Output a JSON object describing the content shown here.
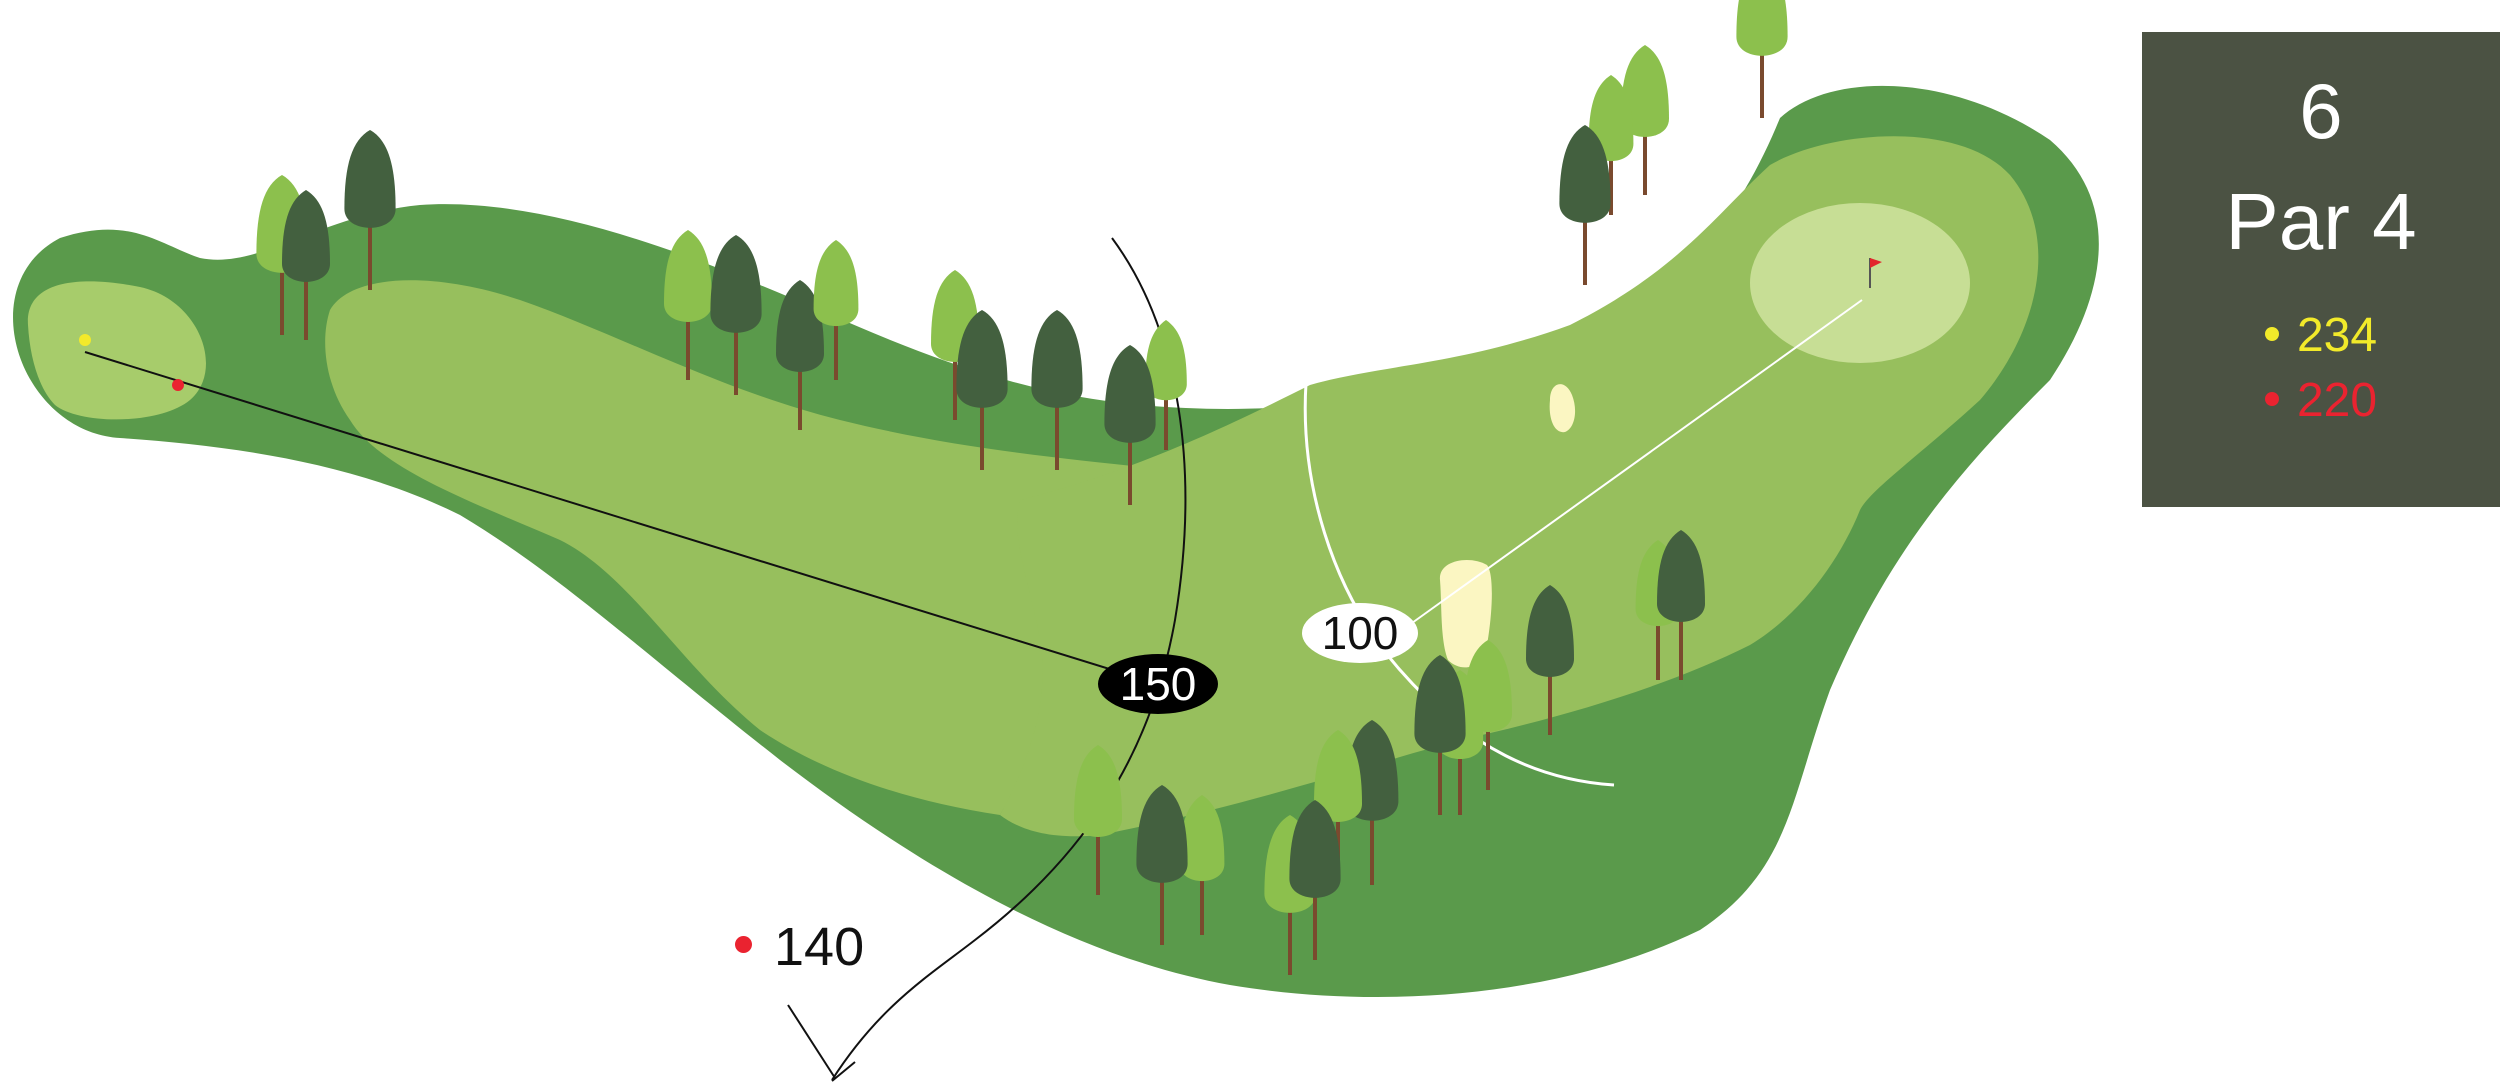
{
  "hole": {
    "number": "6",
    "par": "Par 4",
    "tees": [
      {
        "color": "#f2ea2a",
        "yardage": "234"
      },
      {
        "color": "#ea2330",
        "yardage": "220"
      }
    ]
  },
  "markers": {
    "m150": "150",
    "m100": "100",
    "red_tee_yardage": "140"
  },
  "colors": {
    "rough": "#5a9a4b",
    "fairway": "#97bf5d",
    "green": "#c7de95",
    "tee_box": "#a7cc6b",
    "bunker": "#fbf6c2",
    "tree_dark": "#43603f",
    "tree_light": "#8cc04d",
    "trunk": "#7a4a2e",
    "panel": "#4b5243",
    "flag": "#e2262c"
  }
}
